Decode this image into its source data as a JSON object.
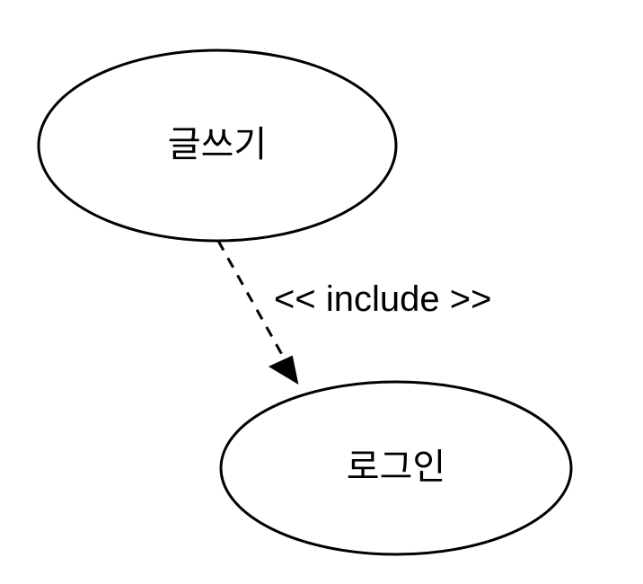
{
  "diagram": {
    "nodes": [
      {
        "id": "write",
        "label": "글쓰기",
        "shape": "ellipse"
      },
      {
        "id": "login",
        "label": "로그인",
        "shape": "ellipse"
      }
    ],
    "edges": [
      {
        "from": "write",
        "to": "login",
        "label": "<< include >>",
        "style": "dashed",
        "arrow": "filled-triangle"
      }
    ],
    "colors": {
      "stroke": "#000000",
      "fill": "#ffffff",
      "background": "#ffffff"
    }
  }
}
